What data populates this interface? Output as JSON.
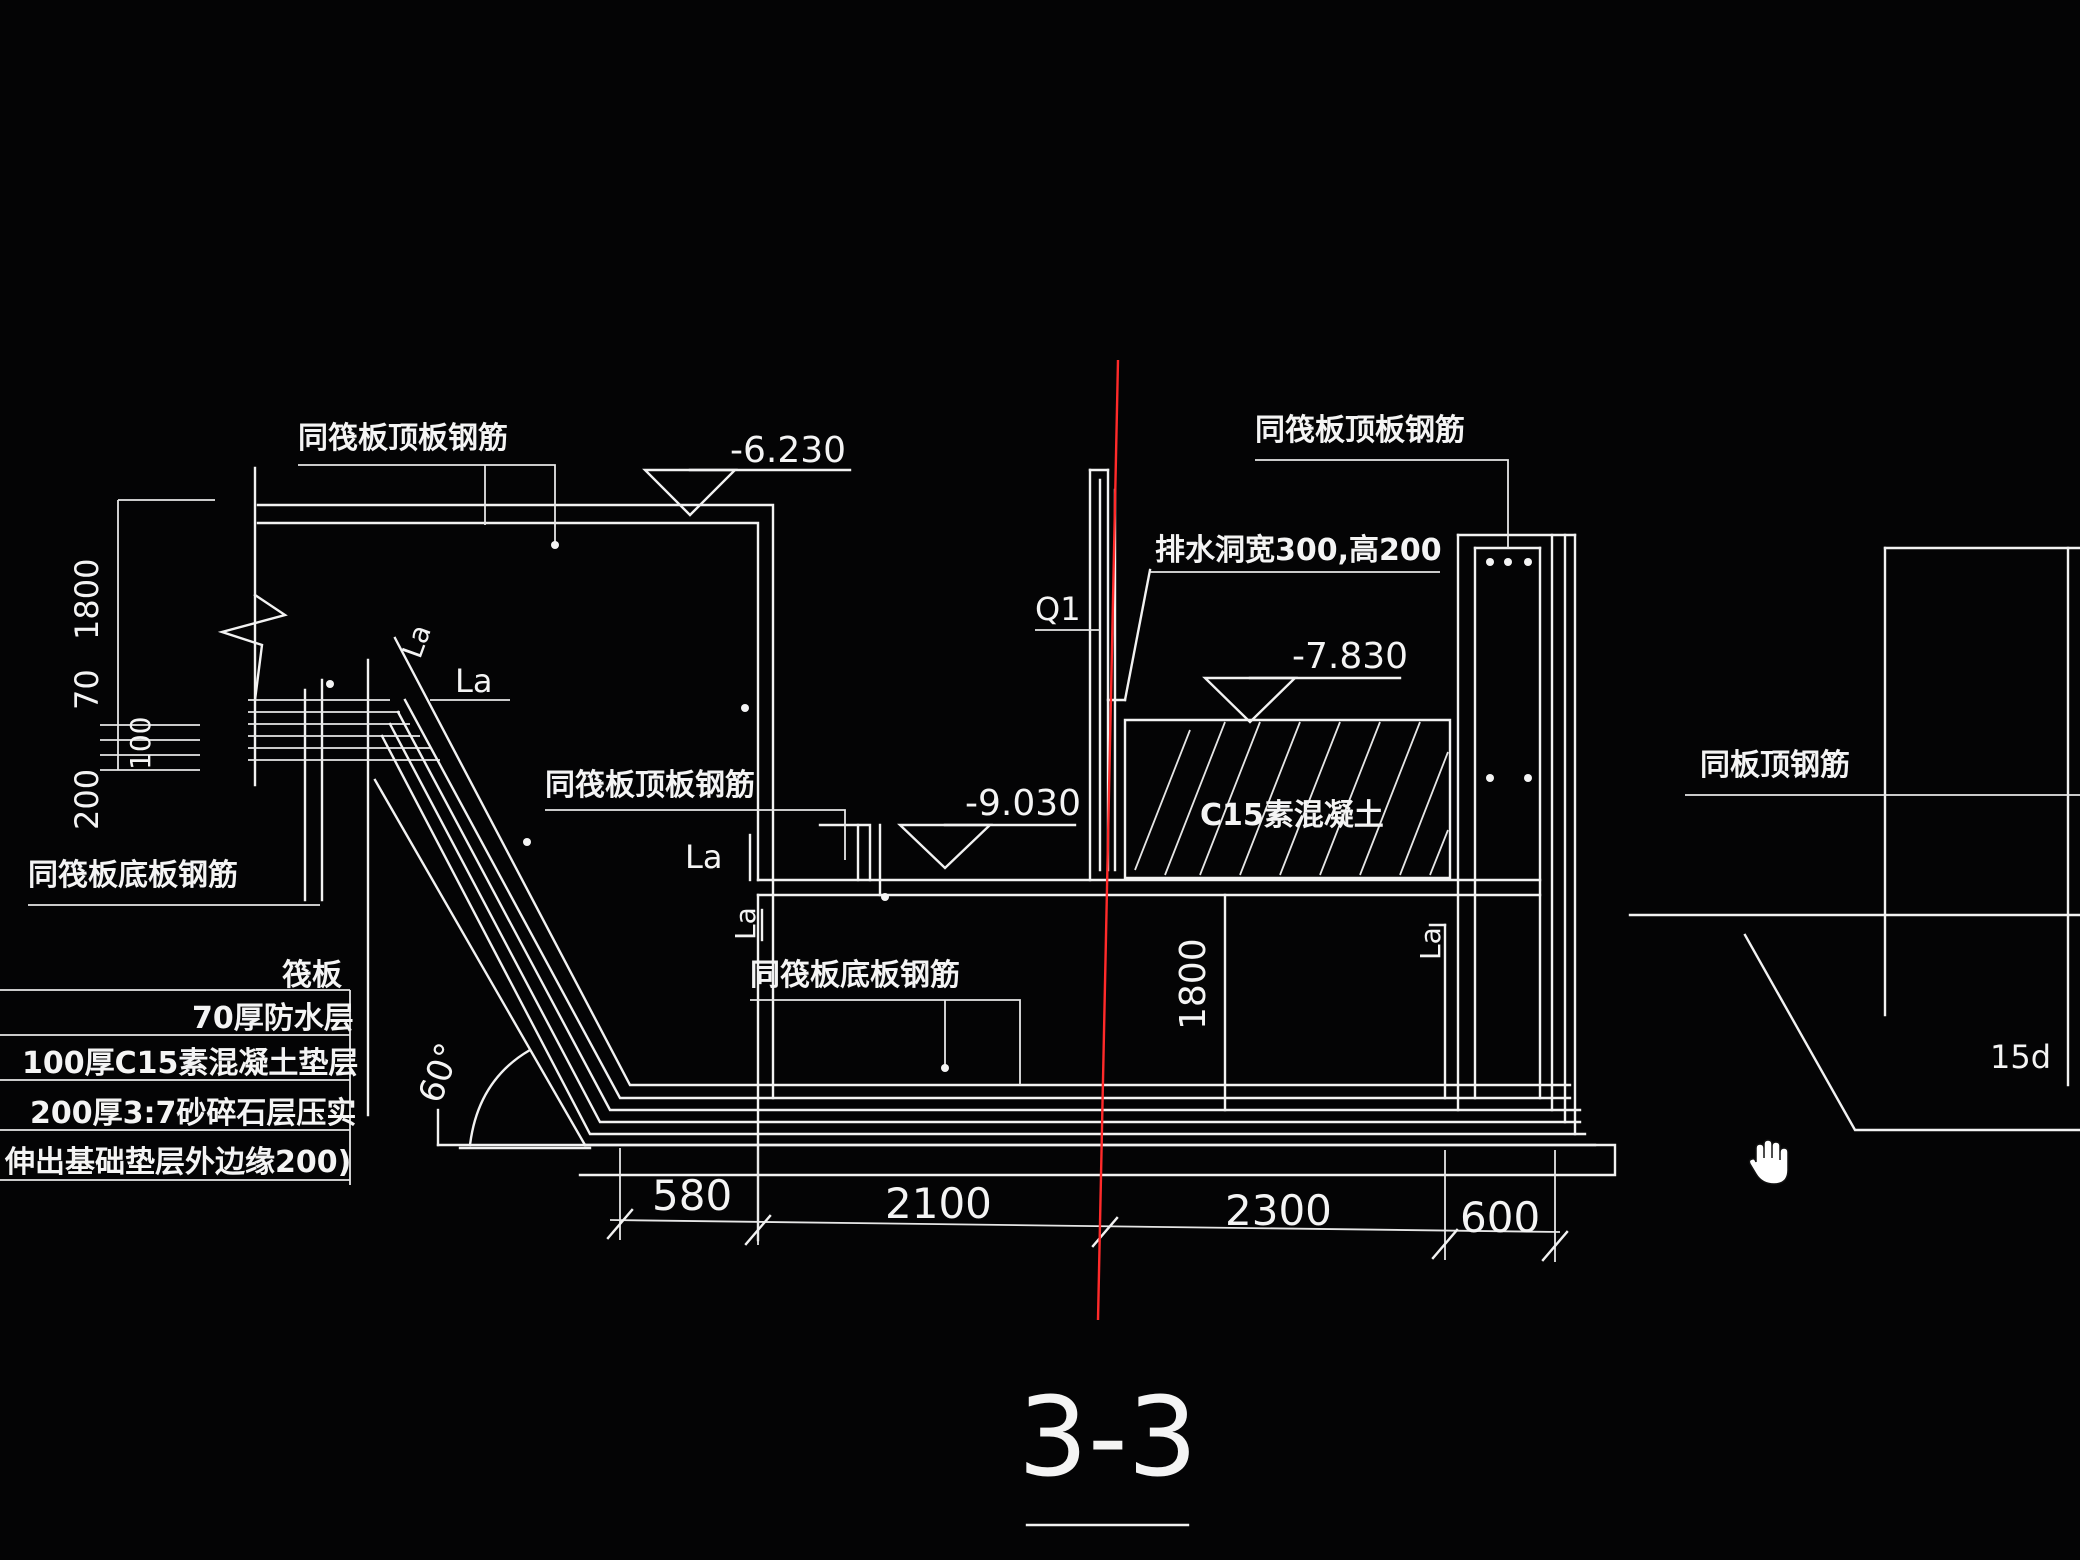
{
  "drawing": {
    "section_title": "3-3",
    "labels": {
      "top_left_rebar": "同筏板顶板钢筋",
      "top_right_rebar": "同筏板顶板钢筋",
      "mid_rebar": "同筏板顶板钢筋",
      "left_bottom_rebar": "同筏板底板钢筋",
      "center_bottom_rebar": "同筏板底板钢筋",
      "far_right_rebar": "同板顶钢筋",
      "drain_hole": "排水洞宽300,高200",
      "concrete_fill": "C15素混凝土",
      "wall_mark": "Q1",
      "anchor_1": "La",
      "anchor_2": "La",
      "anchor_3": "La",
      "anchor_4": "La",
      "anchor_5": "La",
      "angle": "60°",
      "hook": "15d"
    },
    "elevations": [
      "-6.230",
      "-7.830",
      "-9.030"
    ],
    "layers": {
      "title": "筏板",
      "items": [
        "70厚防水层",
        "100厚C15素混凝土垫层",
        "200厚3:7砂碎石层压实",
        "伸出基础垫层外边缘200)"
      ]
    },
    "left_dims": [
      "1800",
      "70",
      "100",
      "200"
    ],
    "depth_dim": "1800",
    "bottom_dims": [
      "580",
      "2100",
      "2300",
      "600"
    ]
  }
}
